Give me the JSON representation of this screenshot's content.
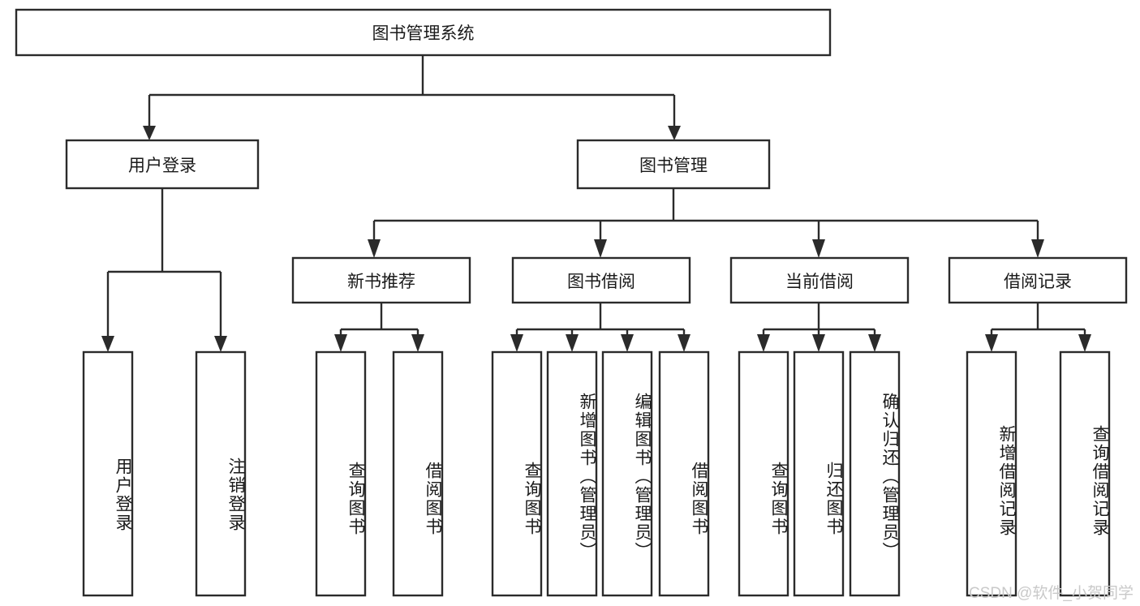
{
  "diagram": {
    "title": "图书管理系统",
    "type": "tree",
    "watermark": "CSDN @软件_小贺同学",
    "nodes": {
      "root": {
        "label": "图书管理系统"
      },
      "level2": [
        {
          "label": "用户登录"
        },
        {
          "label": "图书管理"
        }
      ],
      "level3": [
        {
          "label": "新书推荐"
        },
        {
          "label": "图书借阅"
        },
        {
          "label": "当前借阅"
        },
        {
          "label": "借阅记录"
        }
      ],
      "leaves": {
        "user_login": [
          {
            "label": "用户登录"
          },
          {
            "label": "注销登录"
          }
        ],
        "new_book": [
          {
            "label": "查询图书"
          },
          {
            "label": "借阅图书"
          }
        ],
        "book_borrow": [
          {
            "label": "查询图书"
          },
          {
            "label": "新增图书（管理员）"
          },
          {
            "label": "编辑图书（管理员）"
          },
          {
            "label": "借阅图书"
          }
        ],
        "current_borrow": [
          {
            "label": "查询图书"
          },
          {
            "label": "归还图书"
          },
          {
            "label": "确认归还（管理员）"
          }
        ],
        "borrow_record": [
          {
            "label": "新增借阅记录"
          },
          {
            "label": "查询借阅记录"
          }
        ]
      }
    },
    "colors": {
      "stroke": "#2b2b2b",
      "fill": "#ffffff",
      "text": "#1a1a1a",
      "watermark": "#c9c9c9"
    }
  }
}
